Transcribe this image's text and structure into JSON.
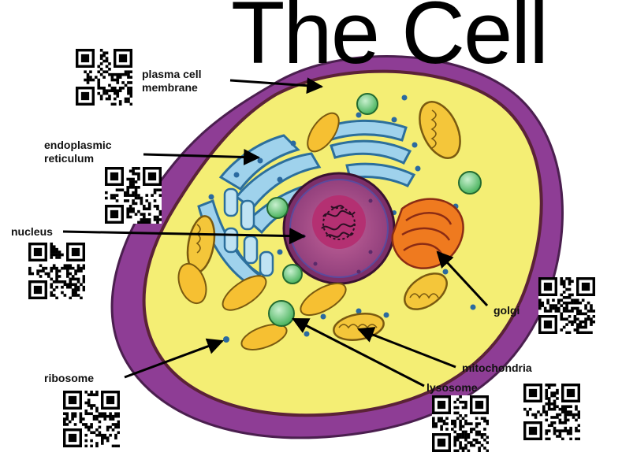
{
  "title": "The Cell",
  "labels": {
    "plasma_membrane": [
      "plasma cell",
      "membrane"
    ],
    "endoplasmic_reticulum": [
      "endoplasmic",
      "reticulum"
    ],
    "nucleus": "nucleus",
    "golgi": "golgi",
    "ribosome": "ribosome",
    "mitochondria": "mitochondria",
    "lysosome": "lysosome"
  },
  "colors": {
    "outer_wall": "#8e3d95",
    "cytoplasm": "#f4ee74",
    "er": "#8cc7e6",
    "nucleus": "#a7508f",
    "nucleolus": "#b4306a",
    "golgi": "#f07a1e",
    "mitochondria": "#f2c33a",
    "lysosome": "#5fc46e"
  }
}
